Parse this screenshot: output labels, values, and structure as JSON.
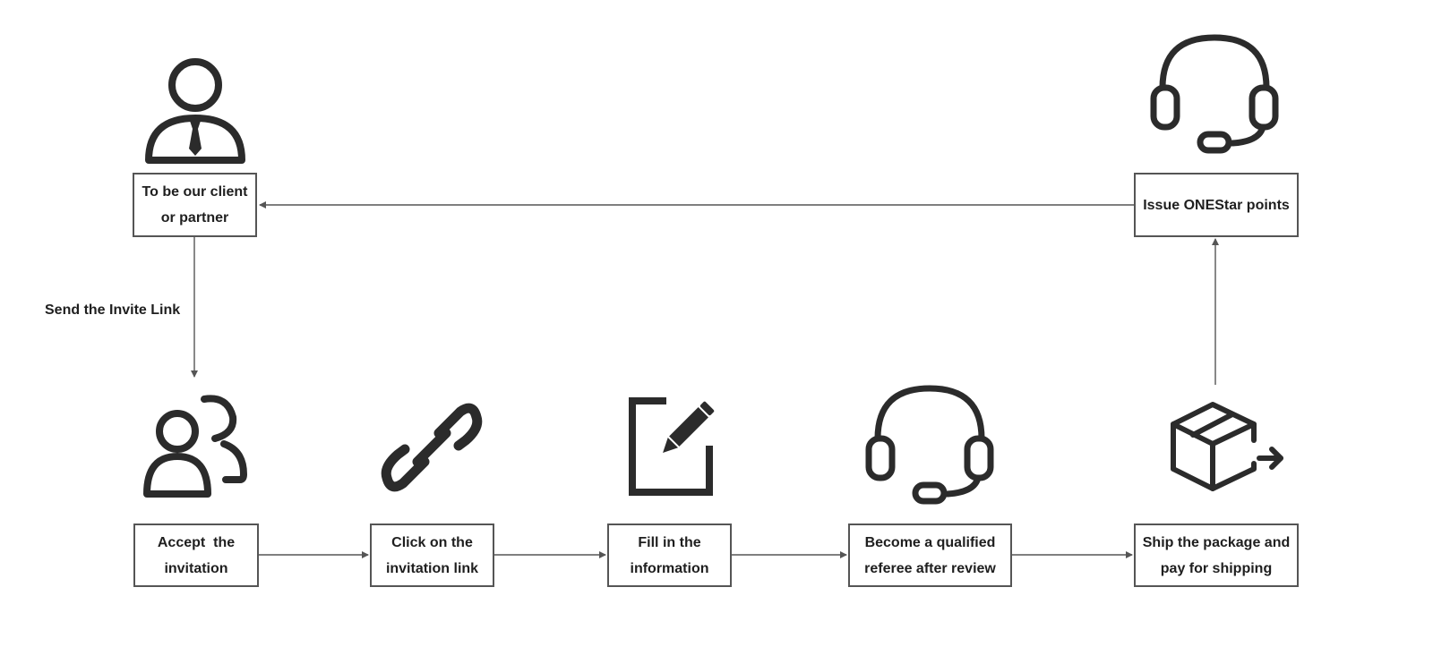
{
  "nodes": {
    "client_partner": {
      "label": "To be our client or partner"
    },
    "issue_points": {
      "label": "Issue ONEStar points"
    },
    "accept_invitation": {
      "label": "Accept  the invitation"
    },
    "click_link": {
      "label": "Click on the invitation link"
    },
    "fill_info": {
      "label": "Fill in the information"
    },
    "qualified_referee": {
      "label": "Become a qualified referee after review"
    },
    "ship_package": {
      "label": "Ship the package and pay for shipping"
    }
  },
  "edges": {
    "send_invite": {
      "label": "Send the Invite Link"
    }
  },
  "icons": {
    "client_partner": "businessman-icon",
    "issue_points": "headset-icon",
    "accept_invitation": "users-icon",
    "click_link": "link-icon",
    "fill_info": "edit-icon",
    "qualified_referee": "headset-icon",
    "ship_package": "package-ship-icon"
  },
  "colors": {
    "stroke": "#555555",
    "icon": "#2b2b2b",
    "text": "#1f1f1f"
  }
}
